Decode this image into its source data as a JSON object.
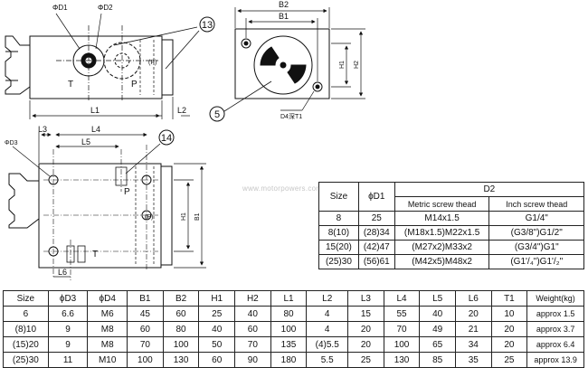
{
  "drawing": {
    "front_view": {
      "labels": {
        "d1": "ΦD1",
        "d2": "ΦD2",
        "t": "T",
        "p": "P",
        "port": "(P)",
        "l1": "L1",
        "l2": "L2",
        "callout_13": "13"
      }
    },
    "side_view": {
      "labels": {
        "b2": "B2",
        "b1": "B1",
        "h1": "H1",
        "h2": "H2",
        "d4_t1": "D4深T1",
        "callout_5": "5"
      }
    },
    "bottom_view": {
      "labels": {
        "d3": "ΦD3",
        "l3": "L3",
        "l4": "L4",
        "l5": "L5",
        "l6": "L6",
        "t": "T",
        "p": "P",
        "port": "(P)",
        "h1": "H1",
        "b1": "B1",
        "callout_14": "14"
      }
    }
  },
  "watermark": "www.motorpowers.com",
  "d2_table": {
    "h_size": "Size",
    "h_d1": "ϕD1",
    "h_d2": "D2",
    "h_metric": "Metric screw thead",
    "h_inch": "Inch screw thead",
    "rows": [
      {
        "size": "8",
        "d1": "25",
        "metric": "M14x1.5",
        "inch": "G1/4\""
      },
      {
        "size": "8(10)",
        "d1": "(28)34",
        "metric": "(M18x1.5)M22x1.5",
        "inch": "(G3/8\")G1/2\""
      },
      {
        "size": "15(20)",
        "d1": "(42)47",
        "metric": "(M27x2)M33x2",
        "inch": "(G3/4\")G1\""
      },
      {
        "size": "(25)30",
        "d1": "(56)61",
        "metric": "(M42x5)M48x2",
        "inch": "(G1'/₄\")G1'/₂\""
      }
    ]
  },
  "main_table": {
    "headers": [
      "Size",
      "ϕD3",
      "ϕD4",
      "B1",
      "B2",
      "H1",
      "H2",
      "L1",
      "L2",
      "L3",
      "L4",
      "L5",
      "L6",
      "T1",
      "Weight(kg)"
    ],
    "rows": [
      [
        "6",
        "6.6",
        "M6",
        "45",
        "60",
        "25",
        "40",
        "80",
        "4",
        "15",
        "55",
        "40",
        "20",
        "10",
        "approx 1.5"
      ],
      [
        "(8)10",
        "9",
        "M8",
        "60",
        "80",
        "40",
        "60",
        "100",
        "4",
        "20",
        "70",
        "49",
        "21",
        "20",
        "approx 3.7"
      ],
      [
        "(15)20",
        "9",
        "M8",
        "70",
        "100",
        "50",
        "70",
        "135",
        "(4)5.5",
        "20",
        "100",
        "65",
        "34",
        "20",
        "approx 6.4"
      ],
      [
        "(25)30",
        "11",
        "M10",
        "100",
        "130",
        "60",
        "90",
        "180",
        "5.5",
        "25",
        "130",
        "85",
        "35",
        "25",
        "approx 13.9"
      ]
    ]
  }
}
